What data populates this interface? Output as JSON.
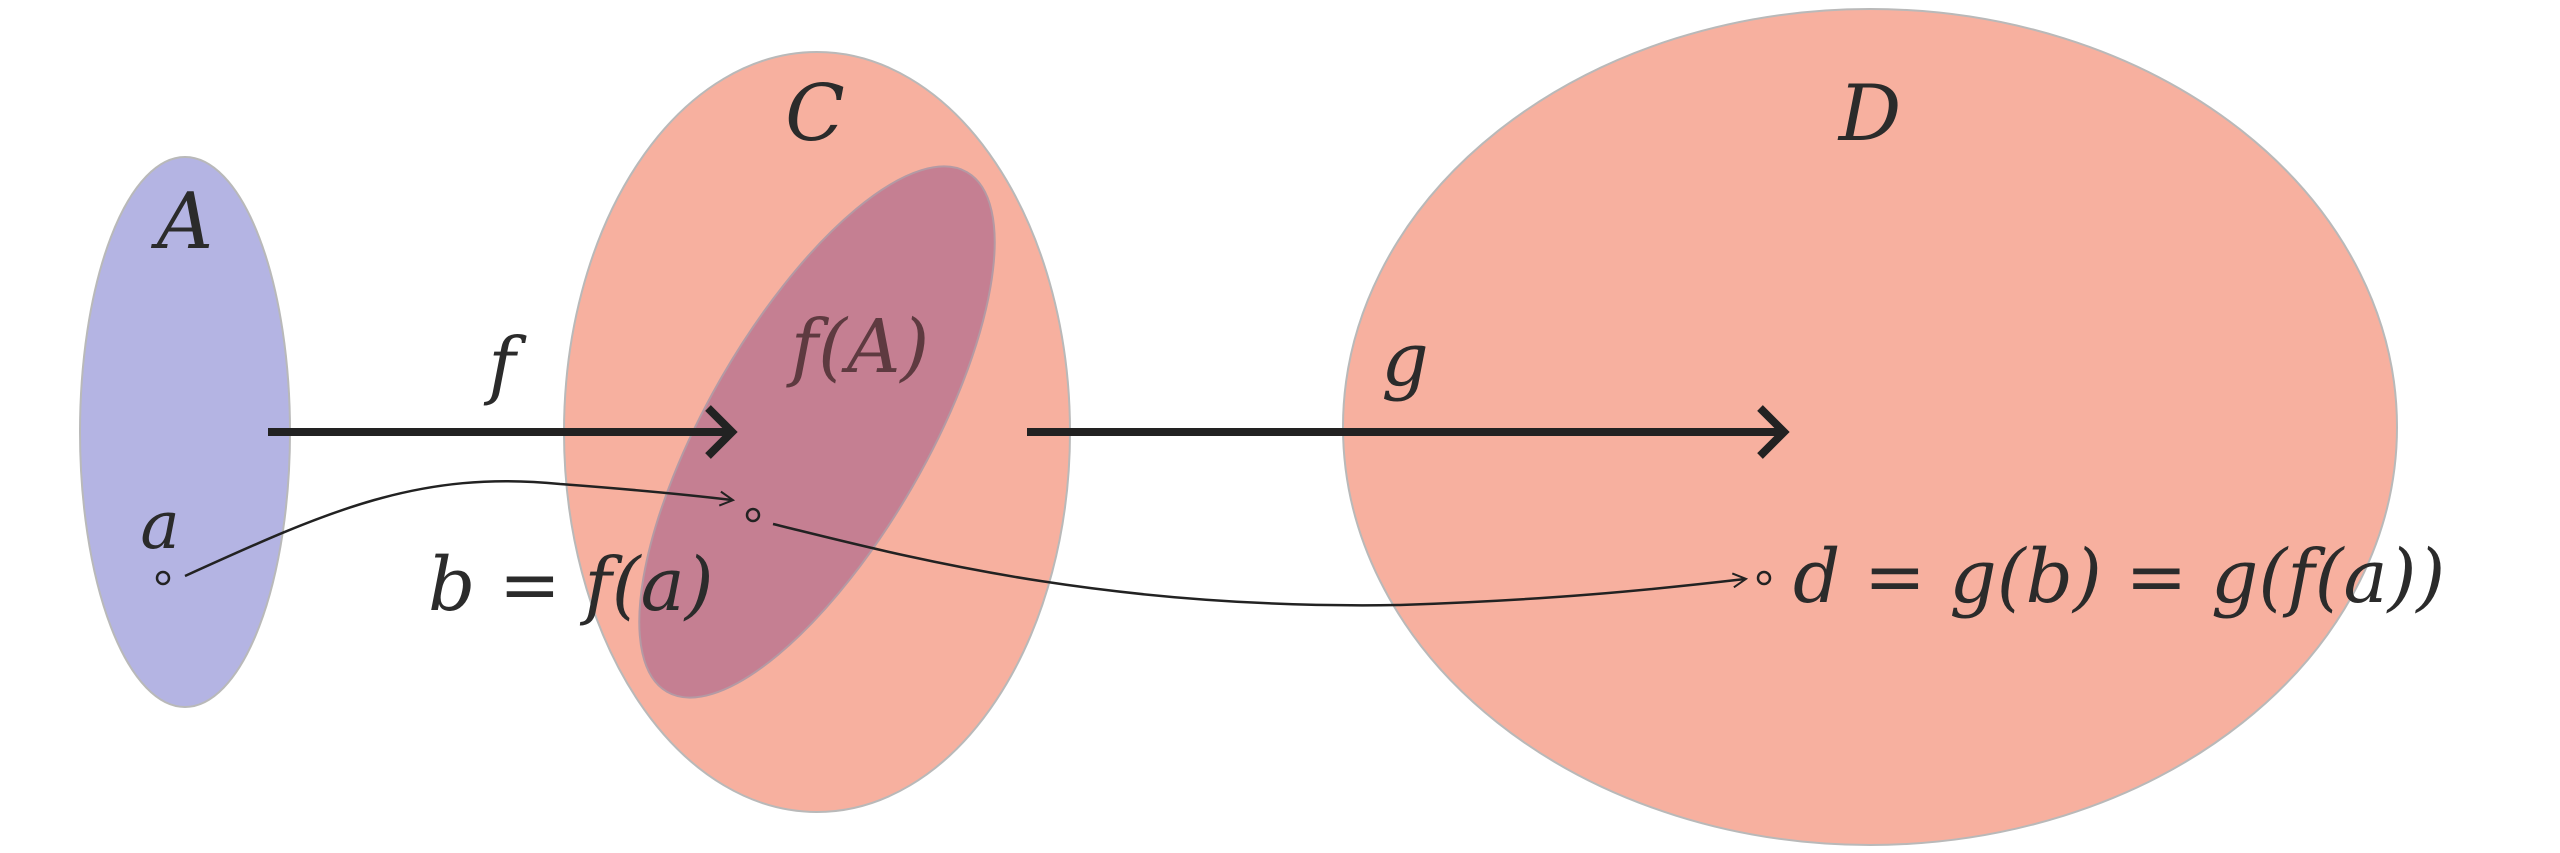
{
  "sets": {
    "A": {
      "label": "A",
      "color": "#b4b4e3"
    },
    "C": {
      "label": "C",
      "color": "#f7b09f"
    },
    "D": {
      "label": "D",
      "color": "#f7b09f"
    },
    "fA": {
      "label": "f(A)",
      "color": "#c57f92"
    }
  },
  "maps": {
    "f": {
      "label": "f"
    },
    "g": {
      "label": "g"
    }
  },
  "points": {
    "a": {
      "label": "a"
    },
    "b": {
      "label": "b = f(a)"
    },
    "d": {
      "label": "d = g(b) = g(f(a))"
    }
  },
  "colors": {
    "outline": "#b9b9b9",
    "arrow": "#222222",
    "text": "#2b2b2b"
  }
}
